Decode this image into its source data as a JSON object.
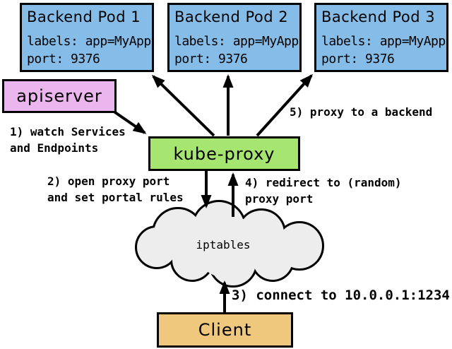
{
  "colors": {
    "pod_fill": "#86BCE8",
    "apiserver_fill": "#EBB6EE",
    "kube_proxy_fill": "#A6E56F",
    "client_fill": "#EFC87D",
    "cloud_fill": "#EDEDED",
    "line": "#000000",
    "background": "#FFFFFF"
  },
  "pods": [
    {
      "title": "Backend Pod 1",
      "labels_line": "labels: app=MyApp",
      "port_line": "port: 9376"
    },
    {
      "title": "Backend Pod 2",
      "labels_line": "labels: app=MyApp",
      "port_line": "port: 9376"
    },
    {
      "title": "Backend Pod 3",
      "labels_line": "labels: app=MyApp",
      "port_line": "port: 9376"
    }
  ],
  "apiserver": {
    "title": "apiserver"
  },
  "kube_proxy": {
    "title": "kube-proxy"
  },
  "cloud": {
    "label": "iptables"
  },
  "client": {
    "title": "Client"
  },
  "annotations": {
    "step1_line1": "1) watch Services",
    "step1_line2": "and Endpoints",
    "step2_line1": "2) open proxy port",
    "step2_line2": "and set portal rules",
    "step3": "3) connect to 10.0.0.1:1234",
    "step4_line1": "4) redirect to (random)",
    "step4_line2": "proxy port",
    "step5": "5) proxy to a backend"
  }
}
